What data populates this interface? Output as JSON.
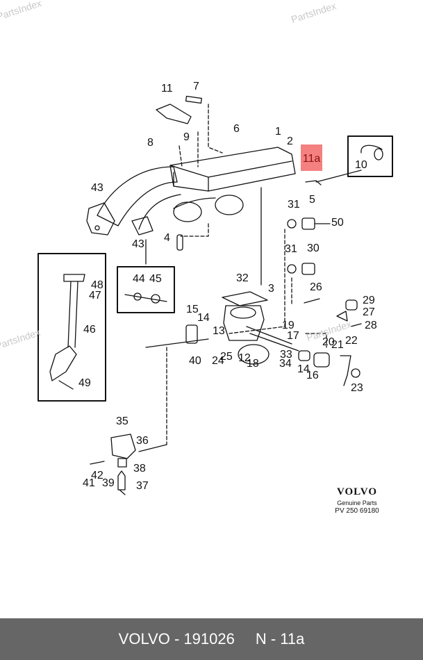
{
  "watermarks": [
    "PartsIndex",
    "PartsIndex",
    "PartsIndex",
    "PartsIndex"
  ],
  "highlight": {
    "label": "11a",
    "color": "#f48080"
  },
  "callouts": [
    {
      "id": "c11",
      "text": "11"
    },
    {
      "id": "c7",
      "text": "7"
    },
    {
      "id": "c6",
      "text": "6"
    },
    {
      "id": "c1",
      "text": "1"
    },
    {
      "id": "c2",
      "text": "2"
    },
    {
      "id": "c9",
      "text": "9"
    },
    {
      "id": "c8",
      "text": "8"
    },
    {
      "id": "c10",
      "text": "10"
    },
    {
      "id": "c5",
      "text": "5"
    },
    {
      "id": "c43a",
      "text": "43"
    },
    {
      "id": "c43b",
      "text": "43"
    },
    {
      "id": "c4",
      "text": "4"
    },
    {
      "id": "c31a",
      "text": "31"
    },
    {
      "id": "c50",
      "text": "50"
    },
    {
      "id": "c31b",
      "text": "31"
    },
    {
      "id": "c30",
      "text": "30"
    },
    {
      "id": "c48",
      "text": "48"
    },
    {
      "id": "c47",
      "text": "47"
    },
    {
      "id": "c46",
      "text": "46"
    },
    {
      "id": "c49",
      "text": "49"
    },
    {
      "id": "c44",
      "text": "44"
    },
    {
      "id": "c45",
      "text": "45"
    },
    {
      "id": "c32",
      "text": "32"
    },
    {
      "id": "c3",
      "text": "3"
    },
    {
      "id": "c26",
      "text": "26"
    },
    {
      "id": "c29",
      "text": "29"
    },
    {
      "id": "c27",
      "text": "27"
    },
    {
      "id": "c28",
      "text": "28"
    },
    {
      "id": "c15",
      "text": "15"
    },
    {
      "id": "c14a",
      "text": "14"
    },
    {
      "id": "c13",
      "text": "13"
    },
    {
      "id": "c19",
      "text": "19"
    },
    {
      "id": "c17",
      "text": "17"
    },
    {
      "id": "c20",
      "text": "20"
    },
    {
      "id": "c21",
      "text": "21"
    },
    {
      "id": "c22",
      "text": "22"
    },
    {
      "id": "c40",
      "text": "40"
    },
    {
      "id": "c24",
      "text": "24"
    },
    {
      "id": "c25",
      "text": "25"
    },
    {
      "id": "c12",
      "text": "12"
    },
    {
      "id": "c18",
      "text": "18"
    },
    {
      "id": "c33",
      "text": "33"
    },
    {
      "id": "c34",
      "text": "34"
    },
    {
      "id": "c14b",
      "text": "14"
    },
    {
      "id": "c16",
      "text": "16"
    },
    {
      "id": "c23",
      "text": "23"
    },
    {
      "id": "c35",
      "text": "35"
    },
    {
      "id": "c36",
      "text": "36"
    },
    {
      "id": "c38",
      "text": "38"
    },
    {
      "id": "c37",
      "text": "37"
    },
    {
      "id": "c42",
      "text": "42"
    },
    {
      "id": "c41",
      "text": "41"
    },
    {
      "id": "c39",
      "text": "39"
    }
  ],
  "brand": {
    "logo": "VOLVO",
    "subtitle": "Genuine Parts",
    "code": "PV 250 69180"
  },
  "footer": {
    "make": "VOLVO - 191026",
    "diagram": "N - 11a"
  }
}
